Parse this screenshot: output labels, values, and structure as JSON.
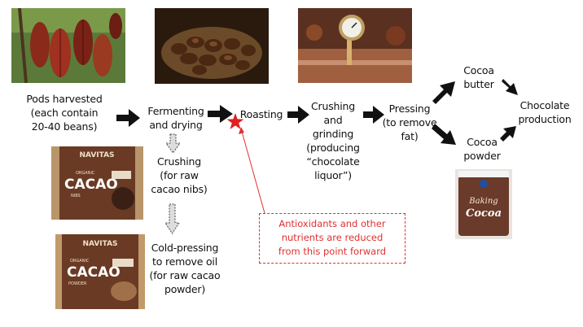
{
  "steps": {
    "pods": "Pods harvested\n(each contain\n20-40 beans)",
    "ferment": "Fermenting\nand drying",
    "roasting": "Roasting",
    "crushing_grinding": "Crushing\nand\ngrinding\n(producing\n“chocolate\nliquor”)",
    "pressing": "Pressing\n(to remove\nfat)",
    "cocoa_butter": "Cocoa\nbutter",
    "cocoa_powder": "Cocoa\npowder",
    "chocolate_production": "Chocolate\nproduction",
    "crushing_nibs": "Crushing\n(for raw\ncacao nibs)",
    "cold_pressing": "Cold-pressing\nto remove oil\n(for raw cacao\npowder)"
  },
  "annotation": "Antioxidants and other\nnutrients are reduced\nfrom this point forward",
  "product_labels": {
    "nibs_brand": "NAVITAS",
    "nibs_line1": "ORGANIC",
    "nibs_line2": "CACAO",
    "nibs_line3": "NIBS",
    "powder_brand": "NAVITAS",
    "powder_line1": "ORGANIC",
    "powder_line2": "CACAO",
    "powder_line3": "POWDER",
    "tin_line1": "Baking",
    "tin_line2": "Cocoa"
  },
  "colors": {
    "arrow": "#111111",
    "marker": "#e02020",
    "note": "#e03030"
  }
}
